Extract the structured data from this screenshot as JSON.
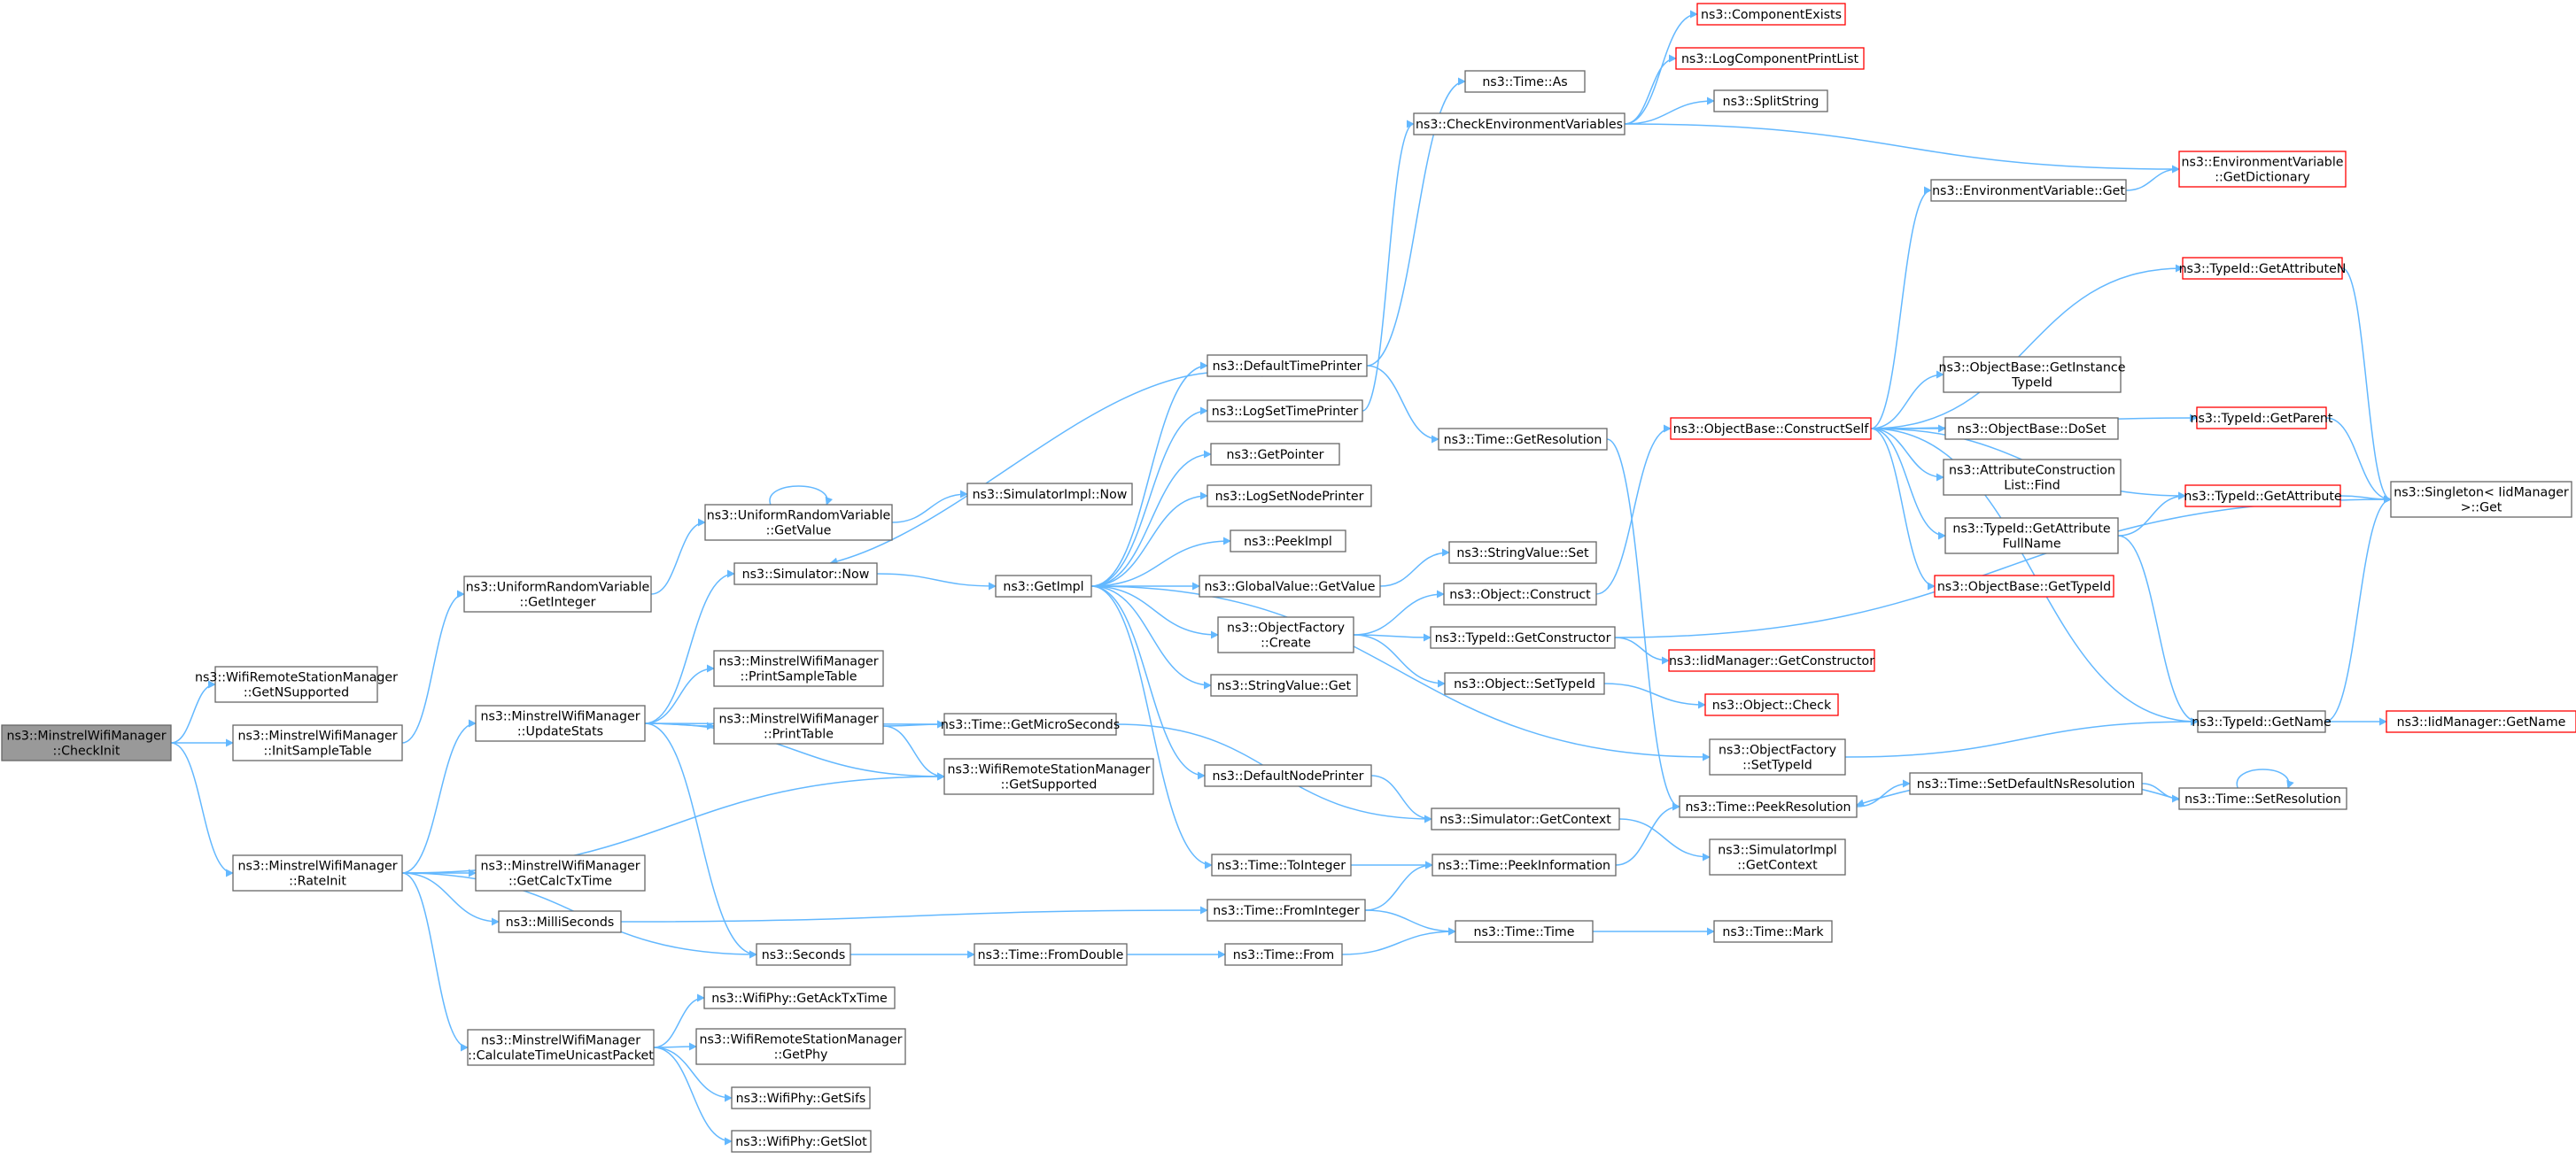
{
  "colors": {
    "edge": "#63b8ff",
    "node_border": "#666666",
    "node_border_truncated": "#ff0000",
    "root_fill": "#999999",
    "node_fill": "#ffffff"
  },
  "nodes": {
    "checkinit": {
      "lines": [
        "ns3::MinstrelWifiManager",
        "::CheckInit"
      ],
      "root": true
    },
    "getnsupported": {
      "lines": [
        "ns3::WifiRemoteStationManager",
        "::GetNSupported"
      ]
    },
    "initsampletable": {
      "lines": [
        "ns3::MinstrelWifiManager",
        "::InitSampleTable"
      ]
    },
    "rateinit": {
      "lines": [
        "ns3::MinstrelWifiManager",
        "::RateInit"
      ]
    },
    "urv_getinteger": {
      "lines": [
        "ns3::UniformRandomVariable",
        "::GetInteger"
      ]
    },
    "urv_getvalue": {
      "lines": [
        "ns3::UniformRandomVariable",
        "::GetValue"
      ]
    },
    "updatestats": {
      "lines": [
        "ns3::MinstrelWifiManager",
        "::UpdateStats"
      ]
    },
    "getcalctxtime": {
      "lines": [
        "ns3::MinstrelWifiManager",
        "::GetCalcTxTime"
      ]
    },
    "milliseconds": {
      "lines": [
        "ns3::MilliSeconds"
      ]
    },
    "seconds": {
      "lines": [
        "ns3::Seconds"
      ]
    },
    "calctimeunicast": {
      "lines": [
        "ns3::MinstrelWifiManager",
        "::CalculateTimeUnicastPacket"
      ]
    },
    "simulator_now": {
      "lines": [
        "ns3::Simulator::Now"
      ]
    },
    "printsampletable": {
      "lines": [
        "ns3::MinstrelWifiManager",
        "::PrintSampleTable"
      ]
    },
    "printtable": {
      "lines": [
        "ns3::MinstrelWifiManager",
        "::PrintTable"
      ]
    },
    "getsupported": {
      "lines": [
        "ns3::WifiRemoteStationManager",
        "::GetSupported"
      ]
    },
    "getmicroseconds": {
      "lines": [
        "ns3::Time::GetMicroSeconds"
      ]
    },
    "simimpl_now": {
      "lines": [
        "ns3::SimulatorImpl::Now"
      ]
    },
    "getimpl": {
      "lines": [
        "ns3::GetImpl"
      ]
    },
    "fromdouble": {
      "lines": [
        "ns3::Time::FromDouble"
      ]
    },
    "getacktxtime": {
      "lines": [
        "ns3::WifiPhy::GetAckTxTime"
      ]
    },
    "getphy": {
      "lines": [
        "ns3::WifiRemoteStationManager",
        "::GetPhy"
      ]
    },
    "getsifs": {
      "lines": [
        "ns3::WifiPhy::GetSifs"
      ]
    },
    "getslot": {
      "lines": [
        "ns3::WifiPhy::GetSlot"
      ]
    },
    "defaulttimeprinter": {
      "lines": [
        "ns3::DefaultTimePrinter"
      ]
    },
    "logsettimeprinter": {
      "lines": [
        "ns3::LogSetTimePrinter"
      ]
    },
    "getpointer": {
      "lines": [
        "ns3::GetPointer"
      ]
    },
    "logsetnodeprinter": {
      "lines": [
        "ns3::LogSetNodePrinter"
      ]
    },
    "peekimpl": {
      "lines": [
        "ns3::PeekImpl"
      ]
    },
    "gv_getvalue": {
      "lines": [
        "ns3::GlobalValue::GetValue"
      ]
    },
    "of_create": {
      "lines": [
        "ns3::ObjectFactory",
        "::Create"
      ]
    },
    "stringvalue_get": {
      "lines": [
        "ns3::StringValue::Get"
      ]
    },
    "defaultnodeprinter": {
      "lines": [
        "ns3::DefaultNodePrinter"
      ]
    },
    "tointeger": {
      "lines": [
        "ns3::Time::ToInteger"
      ]
    },
    "frominteger": {
      "lines": [
        "ns3::Time::FromInteger"
      ]
    },
    "time_from": {
      "lines": [
        "ns3::Time::From"
      ]
    },
    "time_as": {
      "lines": [
        "ns3::Time::As"
      ]
    },
    "checkenvvars": {
      "lines": [
        "ns3::CheckEnvironmentVariables"
      ]
    },
    "getresolution": {
      "lines": [
        "ns3::Time::GetResolution"
      ]
    },
    "stringvalue_set": {
      "lines": [
        "ns3::StringValue::Set"
      ]
    },
    "object_construct": {
      "lines": [
        "ns3::Object::Construct"
      ]
    },
    "typeid_getconstructor": {
      "lines": [
        "ns3::TypeId::GetConstructor"
      ]
    },
    "object_settypeid": {
      "lines": [
        "ns3::Object::SetTypeId"
      ]
    },
    "of_settypeid": {
      "lines": [
        "ns3::ObjectFactory",
        "::SetTypeId"
      ]
    },
    "sim_getcontext": {
      "lines": [
        "ns3::Simulator::GetContext"
      ]
    },
    "peekinformation": {
      "lines": [
        "ns3::Time::PeekInformation"
      ]
    },
    "time_time": {
      "lines": [
        "ns3::Time::Time"
      ]
    },
    "componentexists": {
      "lines": [
        "ns3::ComponentExists"
      ],
      "truncated": true
    },
    "logcomponentprintlist": {
      "lines": [
        "ns3::LogComponentPrintList"
      ],
      "truncated": true
    },
    "splitstring": {
      "lines": [
        "ns3::SplitString"
      ]
    },
    "envvar_get": {
      "lines": [
        "ns3::EnvironmentVariable::Get"
      ]
    },
    "construct_self": {
      "lines": [
        "ns3::ObjectBase::ConstructSelf"
      ],
      "truncated": true
    },
    "getinstancetypeid": {
      "lines": [
        "ns3::ObjectBase::GetInstance",
        "TypeId"
      ]
    },
    "doset": {
      "lines": [
        "ns3::ObjectBase::DoSet"
      ]
    },
    "attrconstructionlist_find": {
      "lines": [
        "ns3::AttributeConstruction",
        "List::Find"
      ]
    },
    "getattributefullname": {
      "lines": [
        "ns3::TypeId::GetAttribute",
        "FullName"
      ]
    },
    "ob_gettypeid": {
      "lines": [
        "ns3::ObjectBase::GetTypeId"
      ],
      "truncated": true
    },
    "iid_getconstructor": {
      "lines": [
        "ns3::IidManager::GetConstructor"
      ],
      "truncated": true
    },
    "object_check": {
      "lines": [
        "ns3::Object::Check"
      ],
      "truncated": true
    },
    "peekresolution": {
      "lines": [
        "ns3::Time::PeekResolution"
      ]
    },
    "simimpl_getcontext": {
      "lines": [
        "ns3::SimulatorImpl",
        "::GetContext"
      ]
    },
    "time_mark": {
      "lines": [
        "ns3::Time::Mark"
      ]
    },
    "envvar_getdictionary": {
      "lines": [
        "ns3::EnvironmentVariable",
        "::GetDictionary"
      ],
      "truncated": true
    },
    "getattributen": {
      "lines": [
        "ns3::TypeId::GetAttributeN"
      ],
      "truncated": true
    },
    "getparent": {
      "lines": [
        "ns3::TypeId::GetParent"
      ],
      "truncated": true
    },
    "getattribute": {
      "lines": [
        "ns3::TypeId::GetAttribute"
      ],
      "truncated": true
    },
    "typeid_getname": {
      "lines": [
        "ns3::TypeId::GetName"
      ]
    },
    "setdefaultnsresolution": {
      "lines": [
        "ns3::Time::SetDefaultNsResolution"
      ]
    },
    "setresolution": {
      "lines": [
        "ns3::Time::SetResolution"
      ]
    },
    "singleton_get": {
      "lines": [
        "ns3::Singleton< IidManager",
        " >::Get"
      ]
    },
    "iid_getname": {
      "lines": [
        "ns3::IidManager::GetName"
      ],
      "truncated": true
    }
  },
  "edges": [
    [
      "checkinit",
      "getnsupported"
    ],
    [
      "checkinit",
      "initsampletable"
    ],
    [
      "checkinit",
      "rateinit"
    ],
    [
      "initsampletable",
      "urv_getinteger"
    ],
    [
      "urv_getinteger",
      "urv_getvalue"
    ],
    [
      "urv_getvalue",
      "urv_getvalue"
    ],
    [
      "urv_getvalue",
      "simimpl_now"
    ],
    [
      "rateinit",
      "updatestats"
    ],
    [
      "rateinit",
      "getsupported"
    ],
    [
      "rateinit",
      "getcalctxtime"
    ],
    [
      "rateinit",
      "milliseconds"
    ],
    [
      "rateinit",
      "seconds"
    ],
    [
      "rateinit",
      "calctimeunicast"
    ],
    [
      "updatestats",
      "simulator_now"
    ],
    [
      "updatestats",
      "getmicroseconds"
    ],
    [
      "updatestats",
      "printsampletable"
    ],
    [
      "updatestats",
      "printtable"
    ],
    [
      "updatestats",
      "getsupported"
    ],
    [
      "updatestats",
      "seconds"
    ],
    [
      "printtable",
      "getmicroseconds"
    ],
    [
      "printtable",
      "getsupported"
    ],
    [
      "getmicroseconds",
      "sim_getcontext"
    ],
    [
      "simulator_now",
      "getimpl"
    ],
    [
      "getimpl",
      "defaulttimeprinter"
    ],
    [
      "getimpl",
      "logsettimeprinter"
    ],
    [
      "getimpl",
      "getpointer"
    ],
    [
      "getimpl",
      "logsetnodeprinter"
    ],
    [
      "getimpl",
      "peekimpl"
    ],
    [
      "getimpl",
      "gv_getvalue"
    ],
    [
      "getimpl",
      "of_create"
    ],
    [
      "getimpl",
      "stringvalue_get"
    ],
    [
      "getimpl",
      "defaultnodeprinter"
    ],
    [
      "getimpl",
      "tointeger"
    ],
    [
      "getimpl",
      "of_settypeid"
    ],
    [
      "defaulttimeprinter",
      "simulator_now"
    ],
    [
      "defaulttimeprinter",
      "time_as"
    ],
    [
      "defaulttimeprinter",
      "getresolution"
    ],
    [
      "logsettimeprinter",
      "checkenvvars"
    ],
    [
      "gv_getvalue",
      "stringvalue_set"
    ],
    [
      "of_create",
      "object_construct"
    ],
    [
      "of_create",
      "typeid_getconstructor"
    ],
    [
      "of_create",
      "object_settypeid"
    ],
    [
      "defaultnodeprinter",
      "sim_getcontext"
    ],
    [
      "tointeger",
      "peekinformation"
    ],
    [
      "milliseconds",
      "frominteger"
    ],
    [
      "frominteger",
      "peekinformation"
    ],
    [
      "frominteger",
      "time_time"
    ],
    [
      "seconds",
      "fromdouble"
    ],
    [
      "fromdouble",
      "time_from"
    ],
    [
      "time_from",
      "time_time"
    ],
    [
      "time_time",
      "time_mark"
    ],
    [
      "calctimeunicast",
      "getacktxtime"
    ],
    [
      "calctimeunicast",
      "getphy"
    ],
    [
      "calctimeunicast",
      "getsifs"
    ],
    [
      "calctimeunicast",
      "getslot"
    ],
    [
      "checkenvvars",
      "componentexists"
    ],
    [
      "checkenvvars",
      "logcomponentprintlist"
    ],
    [
      "checkenvvars",
      "splitstring"
    ],
    [
      "checkenvvars",
      "envvar_getdictionary"
    ],
    [
      "envvar_get",
      "envvar_getdictionary"
    ],
    [
      "getresolution",
      "peekresolution"
    ],
    [
      "object_construct",
      "construct_self"
    ],
    [
      "construct_self",
      "envvar_get"
    ],
    [
      "construct_self",
      "getattributen"
    ],
    [
      "construct_self",
      "getparent"
    ],
    [
      "construct_self",
      "getattribute"
    ],
    [
      "construct_self",
      "getinstancetypeid"
    ],
    [
      "construct_self",
      "doset"
    ],
    [
      "construct_self",
      "attrconstructionlist_find"
    ],
    [
      "construct_self",
      "getattributefullname"
    ],
    [
      "construct_self",
      "ob_gettypeid"
    ],
    [
      "construct_self",
      "typeid_getname"
    ],
    [
      "typeid_getconstructor",
      "iid_getconstructor"
    ],
    [
      "typeid_getconstructor",
      "singleton_get"
    ],
    [
      "object_settypeid",
      "object_check"
    ],
    [
      "of_settypeid",
      "typeid_getname"
    ],
    [
      "sim_getcontext",
      "simimpl_getcontext"
    ],
    [
      "peekinformation",
      "peekresolution"
    ],
    [
      "peekresolution",
      "setdefaultnsresolution"
    ],
    [
      "setdefaultnsresolution",
      "setresolution"
    ],
    [
      "setresolution",
      "setresolution"
    ],
    [
      "setresolution",
      "peekresolution"
    ],
    [
      "getattributefullname",
      "getattribute"
    ],
    [
      "getattributefullname",
      "typeid_getname"
    ],
    [
      "getattributen",
      "singleton_get"
    ],
    [
      "getparent",
      "singleton_get"
    ],
    [
      "getattribute",
      "singleton_get"
    ],
    [
      "typeid_getname",
      "singleton_get"
    ],
    [
      "typeid_getname",
      "iid_getname"
    ]
  ]
}
